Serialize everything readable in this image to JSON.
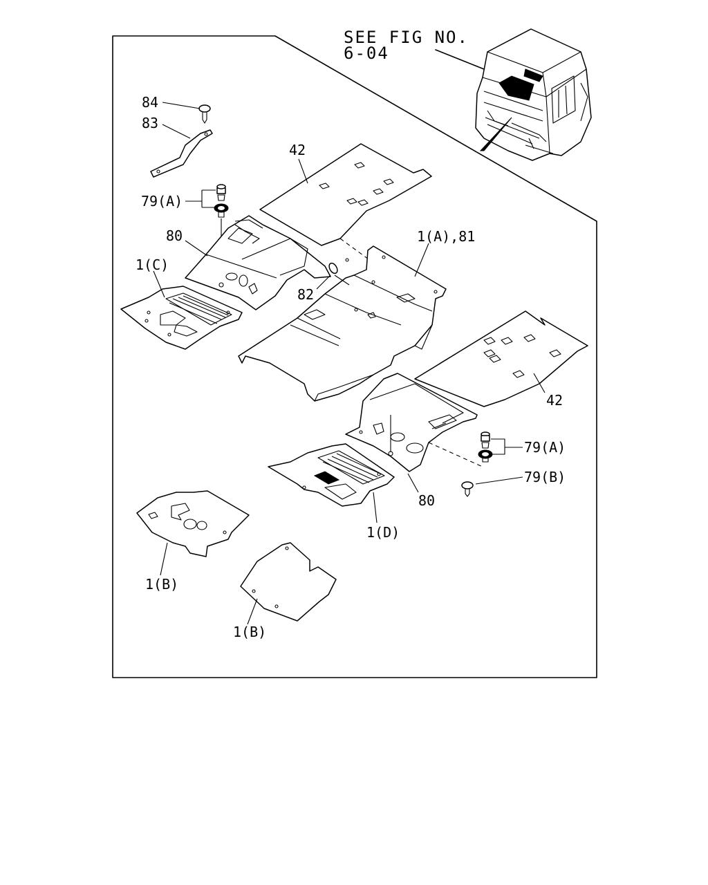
{
  "reference": {
    "line1": "SEE FIG NO.",
    "line2": "6-04"
  },
  "callouts": {
    "c84": "84",
    "c83": "83",
    "c79a_top": "79(A)",
    "c80_top": "80",
    "c1c": "1(C)",
    "c42_top": "42",
    "c1a81": "1(A),81",
    "c82": "82",
    "c42_right": "42",
    "c79a_right": "79(A)",
    "c79b": "79(B)",
    "c80_bottom": "80",
    "c1d": "1(D)",
    "c1b_left": "1(B)",
    "c1b_bottom": "1(B)"
  }
}
